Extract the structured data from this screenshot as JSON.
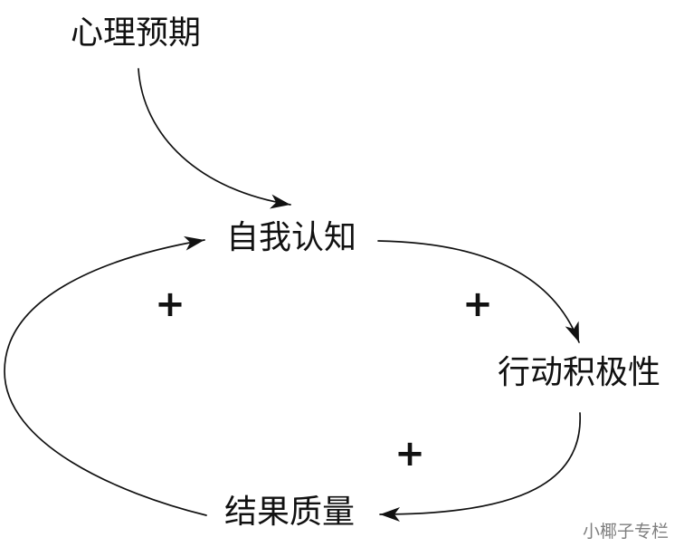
{
  "nodes": {
    "expectation": "心理预期",
    "self_cognition": "自我认知",
    "action_enthusiasm": "行动积极性",
    "result_quality": "结果质量"
  },
  "polarity": {
    "result_to_self_cognition": "+",
    "self_cognition_to_action": "+",
    "action_to_result": "+"
  },
  "watermark": "小椰子专栏",
  "colors": {
    "ink": "#111111",
    "background": "#ffffff",
    "watermark": "#7f7f7f"
  }
}
